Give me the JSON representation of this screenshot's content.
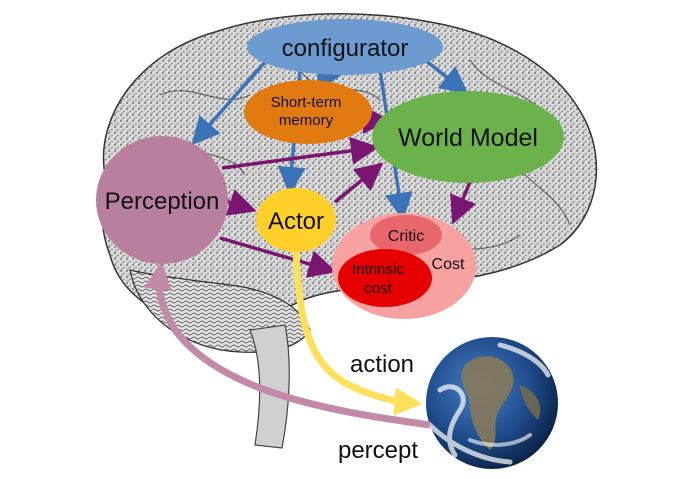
{
  "labels": {
    "configurator": "configurator",
    "short_term_memory_line1": "Short-term",
    "short_term_memory_line2": "memory",
    "world_model": "World Model",
    "perception": "Perception",
    "actor": "Actor",
    "critic": "Critic",
    "cost": "Cost",
    "intrinsic_cost_line1": "Intrinsic",
    "intrinsic_cost_line2": "cost",
    "action": "action",
    "percept": "percept"
  },
  "colors": {
    "configurator": "#6c9bd2",
    "short_term_memory": "#e27a12",
    "world_model": "#6cb24c",
    "perception": "#b97f9e",
    "actor": "#ffd02a",
    "cost": "#f7a1a1",
    "critic": "#e8676d",
    "intrinsic_cost": "#e60000",
    "blue_arrow": "#3a73b8",
    "purple_arrow": "#7a1672",
    "action_arrow": "#ffe05a",
    "percept_arrow": "#c28aa6",
    "earth_ocean": "#1f4d8e"
  },
  "icons": {
    "brain": "brain-illustration",
    "earth": "earth-globe-image"
  }
}
